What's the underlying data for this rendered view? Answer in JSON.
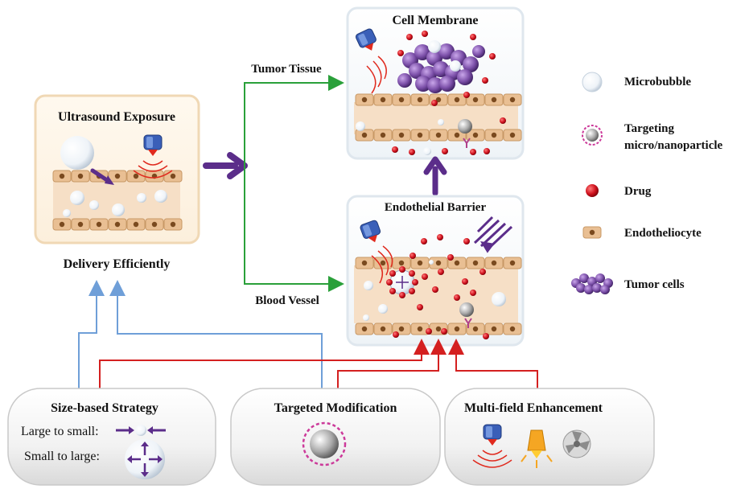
{
  "panels": {
    "ultrasound": "Ultrasound Exposure",
    "cell_membrane": "Cell Membrane",
    "endothelial": "Endothelial Barrier"
  },
  "labels": {
    "delivery": "Delivery Efficiently",
    "tumor_tissue": "Tumor Tissue",
    "blood_vessel": "Blood Vessel"
  },
  "strategies": {
    "size": {
      "title": "Size-based Strategy",
      "large_to_small": "Large to small:",
      "small_to_large": "Small to large:"
    },
    "targeted": {
      "title": "Targeted Modification"
    },
    "multifield": {
      "title": "Multi-field Enhancement"
    }
  },
  "legend": [
    {
      "label": "Microbubble",
      "icon": "microbubble-icon"
    },
    {
      "label": "Targeting",
      "label2": "micro/nanoparticle",
      "icon": "nanoparticle-icon"
    },
    {
      "label": "Drug",
      "icon": "drug-icon"
    },
    {
      "label": "Endotheliocyte",
      "icon": "endotheliocyte-icon"
    },
    {
      "label": "Tumor cells",
      "icon": "tumor-cells-icon"
    }
  ],
  "colors": {
    "tissue": "#f6dfc6",
    "cell": "#e9bf93",
    "nucleus": "#7a4a1f",
    "drug": "#c8101e",
    "tumor": "#7b4fa8",
    "arrow_purple": "#5b2d8a",
    "line_green": "#2aa03a",
    "line_red": "#d42020",
    "line_blue": "#6f9fd8"
  }
}
